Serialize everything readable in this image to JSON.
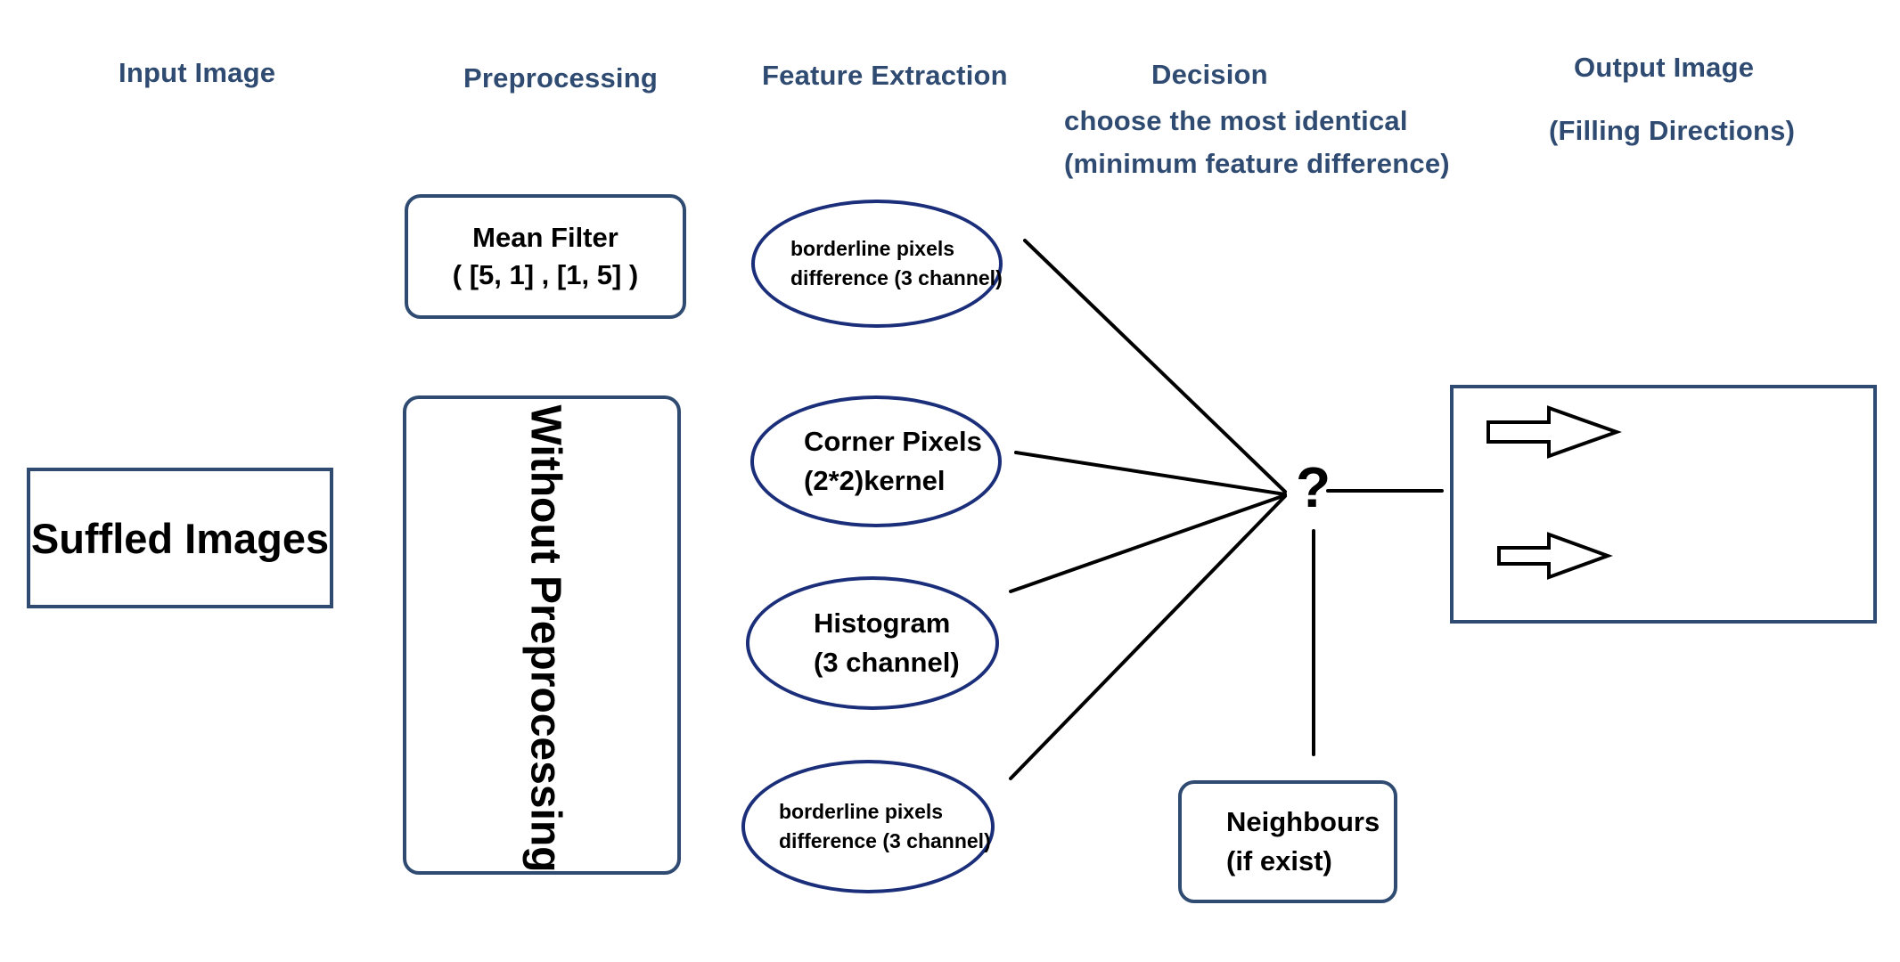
{
  "headers": {
    "input": "Input Image",
    "preprocessing": "Preprocessing",
    "feature_extraction": "Feature Extraction",
    "decision": "Decision",
    "decision_sub_line1": "choose the most identical",
    "decision_sub_line2": "(minimum feature difference)",
    "output_line1": "Output Image",
    "output_line2": "(Filling Directions)"
  },
  "input_box": {
    "label": "Suffled Images"
  },
  "preprocessing": {
    "mean_filter_line1": "Mean Filter",
    "mean_filter_line2": "( [5, 1] , [1, 5] )",
    "without": "Without Preprocessing"
  },
  "features": [
    {
      "line1": "borderline pixels",
      "line2": "difference (3 channel)"
    },
    {
      "line1": "Corner Pixels",
      "line2": "(2*2)kernel"
    },
    {
      "line1": "Histogram",
      "line2": "(3 channel)"
    },
    {
      "line1": "borderline pixels",
      "line2": "difference (3 channel)"
    }
  ],
  "decision_symbol": "?",
  "neighbours": {
    "line1": "Neighbours",
    "line2": "(if exist)"
  },
  "colors": {
    "header": "#2f4b72",
    "box_border": "#2f4b72",
    "ellipse_border": "#1a2e7a",
    "line": "#000000"
  },
  "icons": [
    "right-arrow-icon",
    "right-arrow-icon"
  ]
}
